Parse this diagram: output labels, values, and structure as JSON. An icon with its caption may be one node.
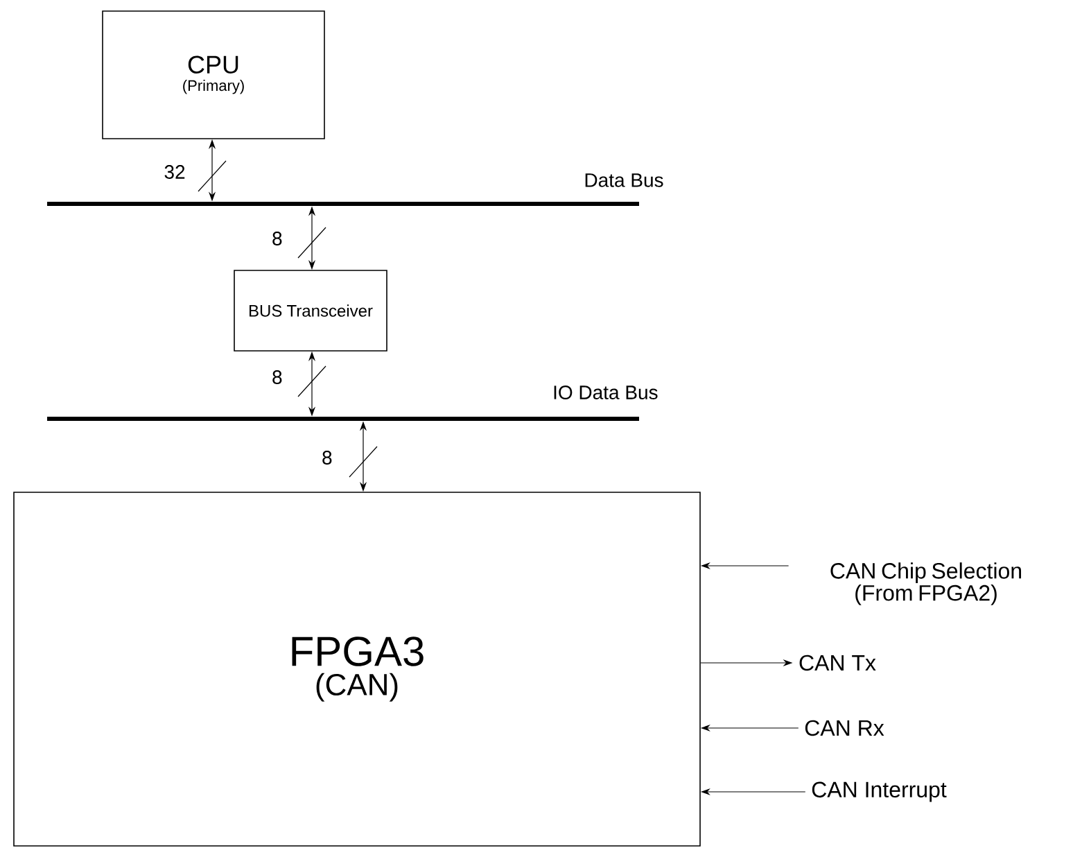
{
  "diagram": {
    "nodes": [
      {
        "text": [
          "CPU",
          "(Primary)"
        ]
      },
      {
        "text": [
          "Data Bus"
        ]
      },
      {
        "text": [
          "BUS Transceiver"
        ]
      },
      {
        "text": [
          "IO Data Bus"
        ]
      },
      {
        "text": [
          "FPGA3",
          "(CAN)"
        ]
      },
      {
        "text": [
          "CAN Chip Selection (From FPGA2)"
        ]
      },
      {
        "text": [
          "CAN Tx"
        ]
      },
      {
        "text": [
          "CAN Rx"
        ]
      },
      {
        "text": [
          "CAN Interrupt"
        ]
      }
    ],
    "edges": [
      {
        "from": 0,
        "to": 1,
        "arrow": "both",
        "label": "32"
      },
      {
        "from": 1,
        "to": 2,
        "arrow": "both",
        "label": "8"
      },
      {
        "from": 2,
        "to": 3,
        "arrow": "both",
        "label": "8"
      },
      {
        "from": 3,
        "to": 4,
        "arrow": "both",
        "label": "8"
      },
      {
        "from": 5,
        "to": 4,
        "arrow": "to"
      },
      {
        "from": 4,
        "to": 6,
        "arrow": "to"
      },
      {
        "from": 7,
        "to": 4,
        "arrow": "to"
      },
      {
        "from": 8,
        "to": 4,
        "arrow": "to"
      }
    ]
  }
}
